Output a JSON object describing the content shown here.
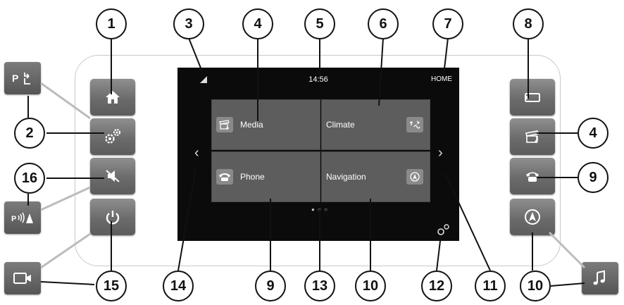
{
  "screen": {
    "time": "14:56",
    "home_label": "HOME",
    "tiles": {
      "media": "Media",
      "climate": "Climate",
      "phone": "Phone",
      "navigation": "Navigation"
    },
    "prev_arrow": "‹",
    "next_arrow": "›",
    "page_dots": "● ○ ○"
  },
  "callouts": {
    "c1": "1",
    "c2": "2",
    "c3": "3",
    "c4a": "4",
    "c5": "5",
    "c6": "6",
    "c7": "7",
    "c8": "8",
    "c4b": "4",
    "c9a": "9",
    "c16": "16",
    "c15": "15",
    "c14": "14",
    "c9b": "9",
    "c13": "13",
    "c10a": "10",
    "c12": "12",
    "c11": "11",
    "c10b": "10"
  },
  "icons": {
    "home_button": "home-icon",
    "settings_button": "gears-icon",
    "mute_button": "mute-icon",
    "power_button": "power-icon",
    "display_button": "display-off-icon",
    "media_button": "media-icon",
    "phone_button": "phone-icon",
    "navigation_button": "navigation-icon",
    "park_assist": "park-assist-icon",
    "park_sensor": "parking-sensor-icon",
    "camera": "camera-icon",
    "music": "music-note-icon"
  }
}
